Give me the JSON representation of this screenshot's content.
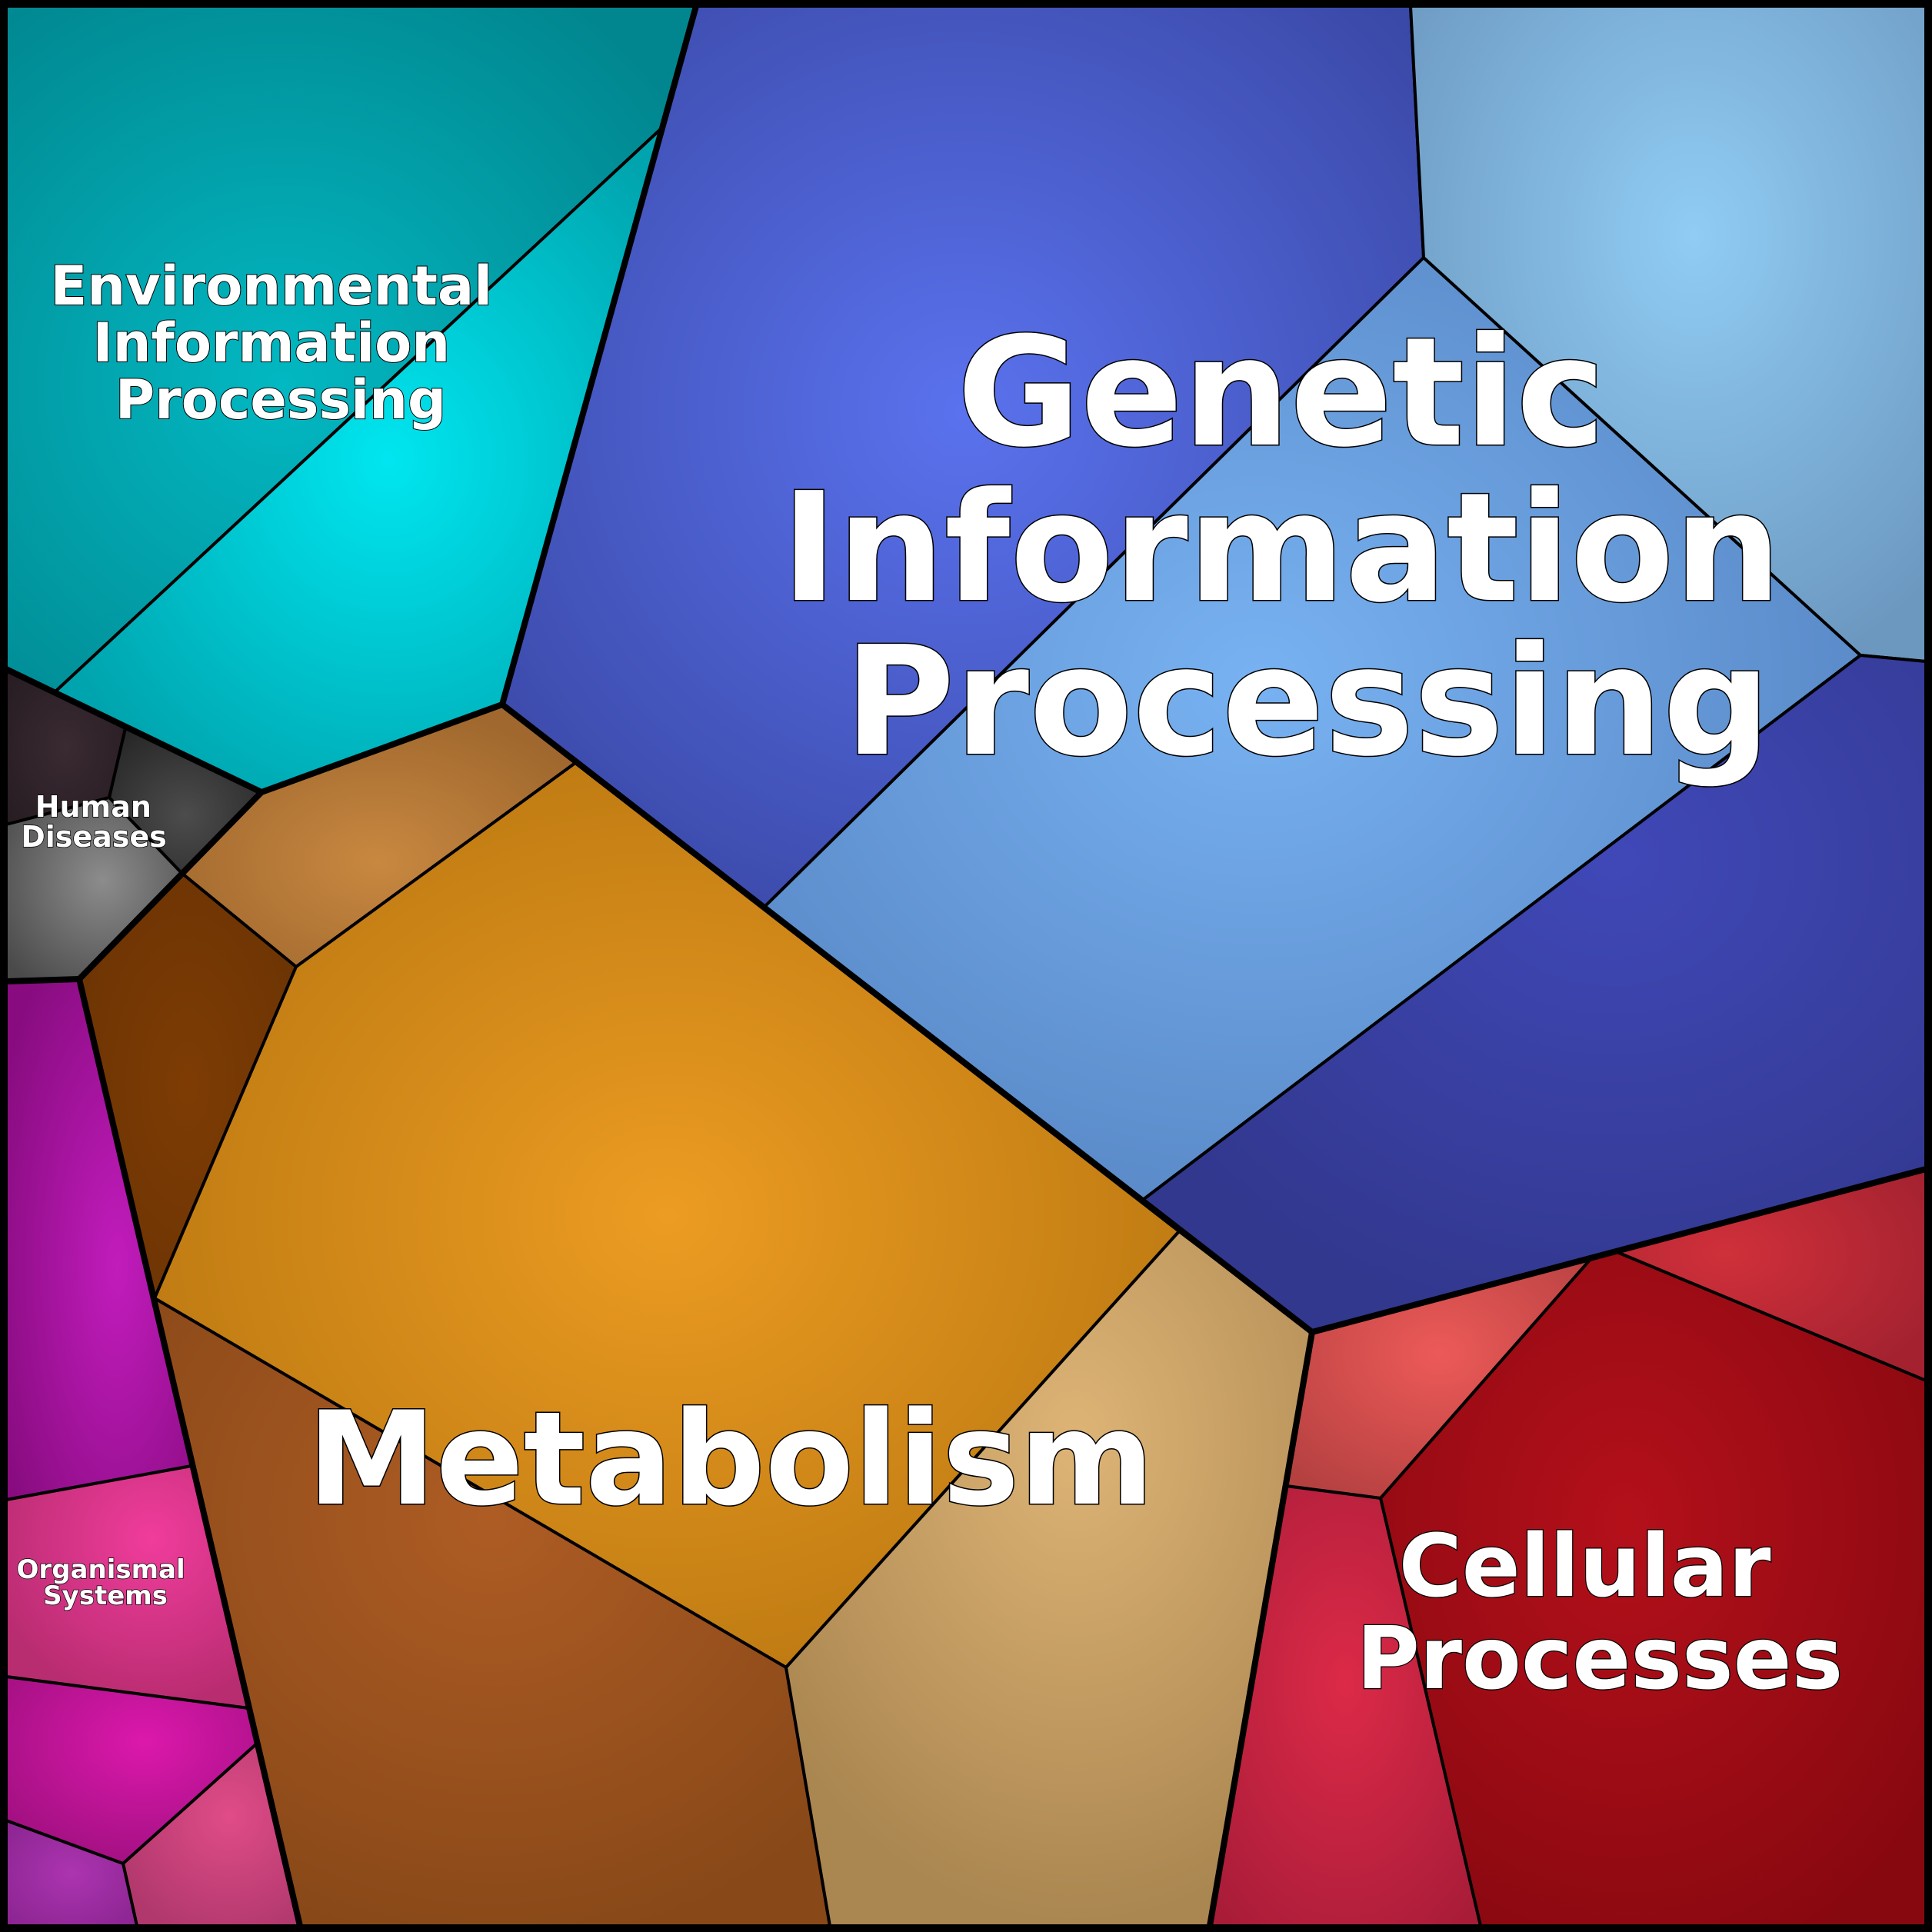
{
  "diagram": {
    "type": "voronoi-treemap",
    "categories": [
      {
        "id": "genetic",
        "label_lines": [
          "Genetic",
          "Information",
          "Processing"
        ],
        "colors": {
          "deep": "#3D4FB0",
          "light": "#73AADF"
        }
      },
      {
        "id": "metabolism",
        "label_lines": [
          "Metabolism"
        ],
        "colors": {
          "main": "#D9901C",
          "light": "#C48A4A",
          "dark": "#7A3A06",
          "brown": "#93501E",
          "tan": "#C9A068"
        }
      },
      {
        "id": "environmental",
        "label_lines": [
          "Environmental",
          "Information",
          "Processing"
        ],
        "colors": {
          "main": "#00B2BE",
          "dark": "#01939D"
        }
      },
      {
        "id": "cellular",
        "label_lines": [
          "Cellular",
          "Processes"
        ],
        "colors": {
          "main": "#A80C16",
          "light": "#D44A4A",
          "pink": "#C42440"
        }
      },
      {
        "id": "human",
        "label_lines": [
          "Human",
          "Diseases"
        ],
        "colors": {
          "dark": "#2E2228",
          "mid": "#3A3A3A",
          "light": "#6A6A6A"
        }
      },
      {
        "id": "organismal",
        "label_lines": [
          "Organismal",
          "Systems"
        ],
        "colors": {
          "magenta": "#A8149E",
          "pink": "#DB3C8E",
          "violet": "#9A2C9C"
        }
      }
    ]
  }
}
